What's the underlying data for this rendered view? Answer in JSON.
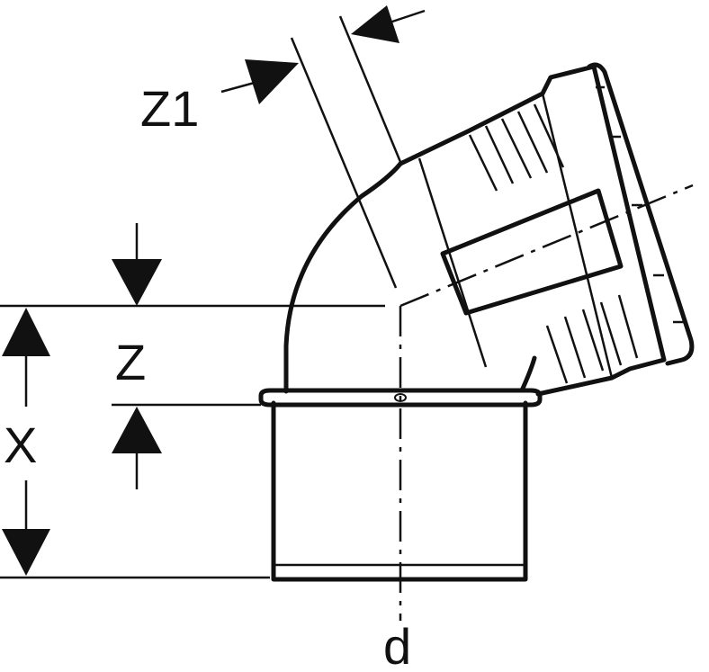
{
  "labels": {
    "z1": "Z1",
    "z": "Z",
    "x": "X",
    "d": "d"
  },
  "colors": {
    "line": "#111111",
    "background": "#ffffff"
  }
}
